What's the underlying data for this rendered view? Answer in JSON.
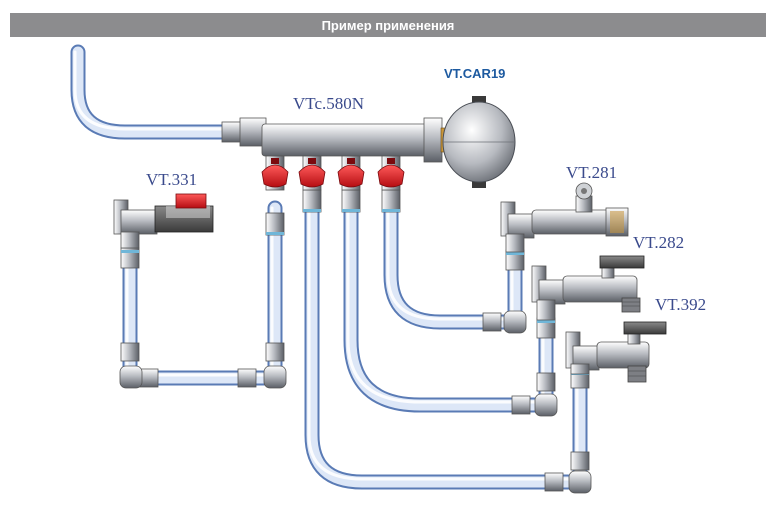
{
  "header": {
    "title": "Пример применения"
  },
  "labels": {
    "expansion_tank": "VT.CAR19",
    "manifold": "VTc.580N",
    "ball_valve": "VT.331",
    "valve_281": "VT.281",
    "valve_282": "VT.282",
    "valve_392": "VT.392"
  },
  "colors": {
    "header_bg": "#8c8c8e",
    "pipe_fill": "#dde7f7",
    "pipe_stroke": "#5a7bb5",
    "valve_handle": "#e01b24",
    "label_text": "#3a4a8c",
    "tank_label": "#1d5aa0"
  }
}
